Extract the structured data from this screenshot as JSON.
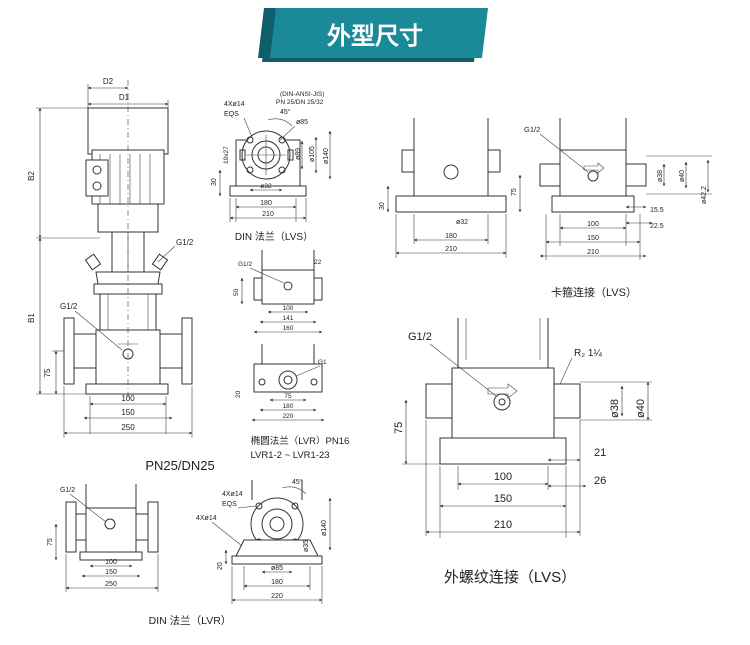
{
  "banner": {
    "title": "外型尺寸",
    "color": "#1a8a99",
    "accent": "#0e5f6b"
  },
  "top_left": {
    "caption": "PN25/DN25",
    "labels": {
      "d2": "D2",
      "d1": "D1",
      "b2": "B2",
      "b1": "B1",
      "g12_upper": "G1/2",
      "g12_lower": "G1/2"
    },
    "dims": {
      "h75": "75",
      "w100": "100",
      "w150": "150",
      "w250": "250"
    }
  },
  "din_lvs": {
    "caption": "DIN  法兰（LVS）",
    "notes": {
      "holes": "4Xø14",
      "eqs": "EQS",
      "std1": "(DIN-ANSI-JIS)",
      "std2": "PN 25/DN 25/32",
      "angle": "45°"
    },
    "dims": {
      "d85": "ø85",
      "d89": "ø89",
      "d105": "ø105",
      "d140": "ø140",
      "slot": "19x27",
      "h30": "30",
      "d32": "ø32",
      "w180": "180",
      "w210": "210"
    }
  },
  "oval_lvr": {
    "caption1": "椭圆法兰（LVR）PN16",
    "caption2": "LVR1-2 ~ LVR1-23",
    "labels": {
      "g12": "G1/2",
      "g1": "G1"
    },
    "dims": {
      "d22": "22",
      "h50": "50",
      "w100": "100",
      "w141": "141",
      "w160": "160",
      "h20": "20",
      "w75": "75",
      "w180": "180",
      "w220": "220"
    }
  },
  "clamp_lvs": {
    "caption": "卡箍连接（LVS）",
    "labels": {
      "g12": "G1/2"
    },
    "dims": {
      "h75": "75",
      "h30": "30",
      "d32": "ø32",
      "d38": "ø38",
      "d40": "ø40",
      "d42": "ø42.2",
      "d15": "15.5",
      "d22": "22.5",
      "w100": "100",
      "w150": "150",
      "w180": "180",
      "w210": "210"
    }
  },
  "thread_lvs": {
    "caption": "外螺纹连接（LVS）",
    "labels": {
      "g12": "G1/2",
      "r2": "R₂ 1¼"
    },
    "dims": {
      "h75": "75",
      "d38": "ø38",
      "d40": "ø40",
      "d21": "21",
      "d26": "26",
      "w100": "100",
      "w150": "150",
      "w210": "210"
    }
  },
  "din_lvr_small": {
    "caption": "DIN  法兰（LVR）",
    "labels": {
      "g12": "G1/2"
    },
    "dims": {
      "h75": "75",
      "w100": "100",
      "w150": "150",
      "w250": "250"
    }
  },
  "din_lvr_flange": {
    "notes": {
      "holes1": "4Xø14",
      "eqs": "EQS",
      "holes2": "4Xø14",
      "angle": "45°"
    },
    "dims": {
      "h20": "20",
      "d85": "ø85",
      "d35": "ø35",
      "d140": "ø140",
      "w180": "180",
      "w220": "220"
    }
  }
}
